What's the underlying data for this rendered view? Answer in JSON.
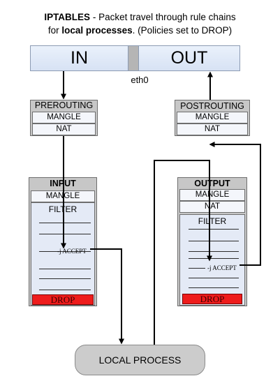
{
  "title": {
    "line1_bold": "IPTABLES",
    "line1_rest": " - Packet travel through rule chains",
    "line2_pre": "for ",
    "line2_bold": "local processes",
    "line2_post": ". (Policies set to DROP)"
  },
  "interface": {
    "in_label": "IN",
    "out_label": "OUT",
    "name": "eth0"
  },
  "chains": {
    "prerouting": {
      "name": "PREROUTING",
      "tables": [
        "MANGLE",
        "NAT"
      ]
    },
    "postrouting": {
      "name": "POSTROUTING",
      "tables": [
        "MANGLE",
        "NAT"
      ]
    },
    "input": {
      "name": "INPUT",
      "tables": [
        "MANGLE"
      ],
      "filter_label": "FILTER",
      "accept_label": "-j ACCEPT",
      "policy_label": "DROP"
    },
    "output": {
      "name": "OUTPUT",
      "tables": [
        "MANGLE",
        "NAT"
      ],
      "filter_label": "FILTER",
      "accept_label": "-j ACCEPT",
      "policy_label": "DROP"
    }
  },
  "local_process": {
    "label": "LOCAL PROCESS"
  },
  "colors": {
    "chain_bg": "#c7c7c7",
    "table_bg": "#f4f6fb",
    "filter_bg": "#e4eaf6",
    "drop_red": "#ee1c1c",
    "interface_bg": "#dfe8f6",
    "local_process_bg": "#cccccc"
  }
}
